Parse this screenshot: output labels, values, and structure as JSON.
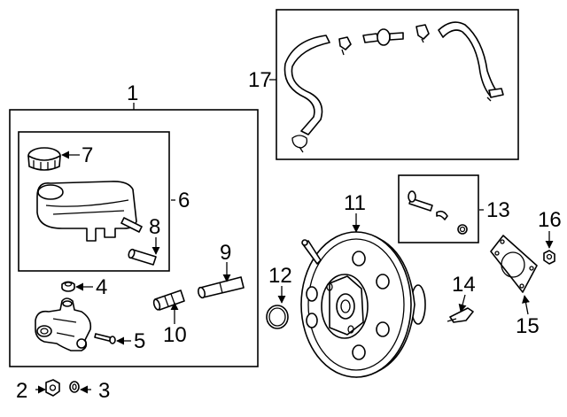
{
  "callouts": {
    "c1": "1",
    "c2": "2",
    "c3": "3",
    "c4": "4",
    "c5": "5",
    "c6": "6",
    "c7": "7",
    "c8": "8",
    "c9": "9",
    "c10": "10",
    "c11": "11",
    "c12": "12",
    "c13": "13",
    "c14": "14",
    "c15": "15",
    "c16": "16",
    "c17": "17"
  },
  "icons": {
    "reservoir": "reservoir-icon",
    "cap": "reservoir-cap-icon",
    "master_cylinder": "master-cylinder-icon",
    "booster": "brake-booster-icon",
    "hose": "vacuum-hose-icon"
  },
  "colors": {
    "line": "#000000",
    "background": "#ffffff"
  }
}
